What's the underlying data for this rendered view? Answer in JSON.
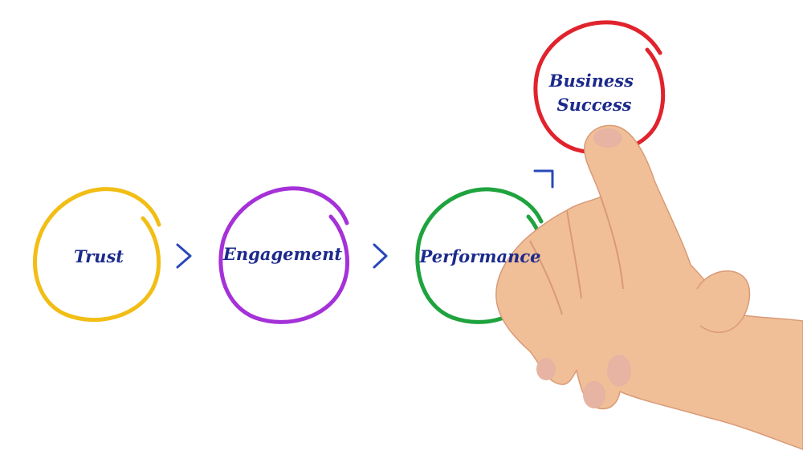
{
  "colors": {
    "background": "#ffffff",
    "label_text": "#1c2a8c",
    "arrow": "#2a48b8",
    "trust": "#f2bd14",
    "engagement": "#a531d8",
    "performance": "#1fa33e",
    "business_success": "#e0232c",
    "skin": "#f0bf98",
    "skin_shadow": "#d99a76",
    "nail": "#e7b3a3"
  },
  "nodes": [
    {
      "id": "trust",
      "label": "Trust",
      "color": "#f2bd14"
    },
    {
      "id": "engagement",
      "label": "Engagement",
      "color": "#a531d8"
    },
    {
      "id": "performance",
      "label": "Performance",
      "color": "#1fa33e"
    },
    {
      "id": "business-success",
      "label_lines": [
        "Business",
        "Success"
      ],
      "color": "#e0232c"
    }
  ],
  "connectors": [
    {
      "from": "trust",
      "to": "engagement",
      "icon": "chevron-right-icon"
    },
    {
      "from": "engagement",
      "to": "performance",
      "icon": "chevron-right-icon"
    },
    {
      "from": "performance",
      "to": "business-success",
      "icon": "chevron-up-right-icon"
    }
  ],
  "illustration": {
    "icon": "pointing-hand-icon"
  }
}
